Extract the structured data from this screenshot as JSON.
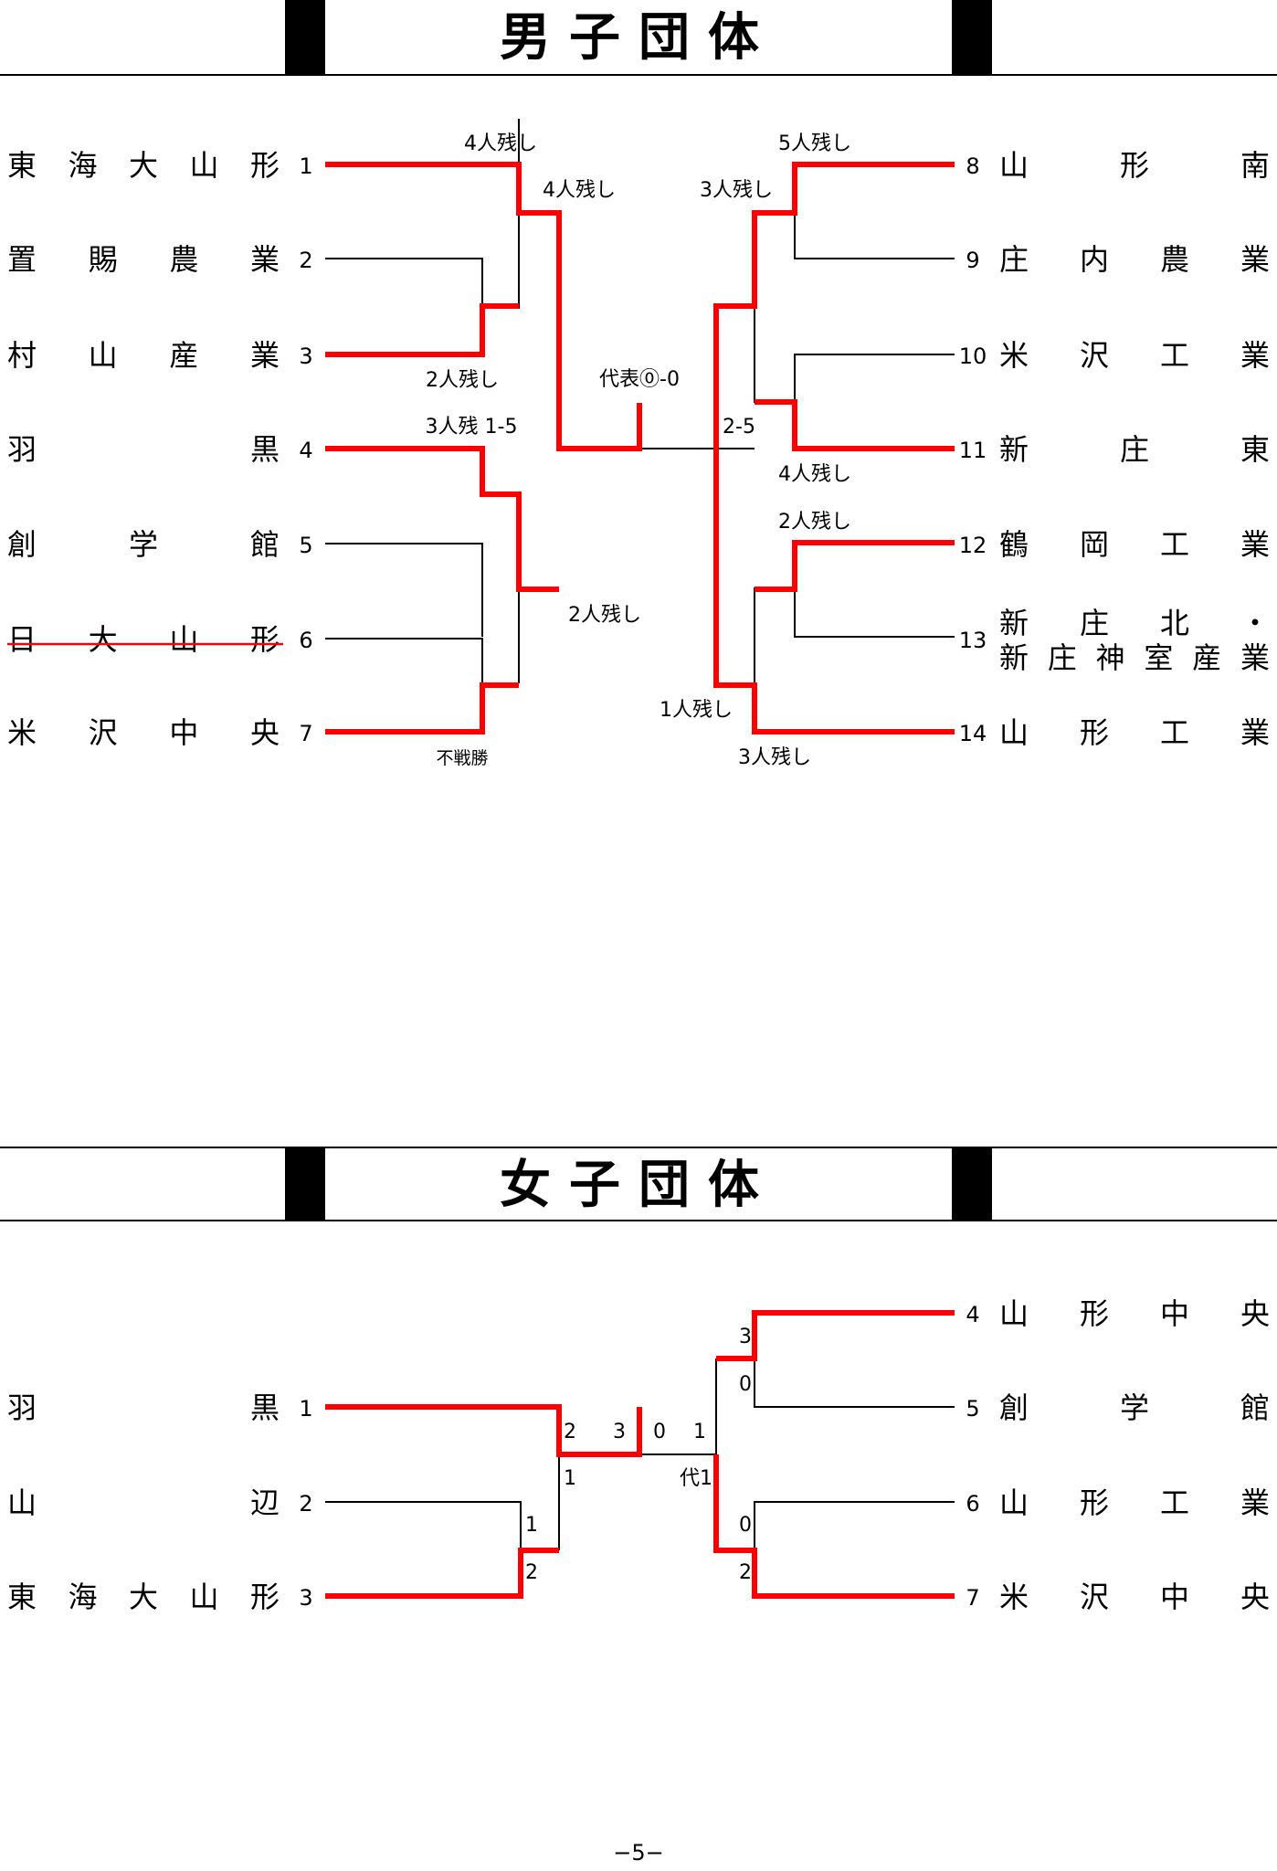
{
  "boys": {
    "title": "男子団体",
    "left_teams": [
      {
        "seed": "1",
        "name": "東海大山形",
        "status": "winner"
      },
      {
        "seed": "2",
        "name": "置賜農業",
        "status": ""
      },
      {
        "seed": "3",
        "name": "村山産業",
        "status": "winner"
      },
      {
        "seed": "4",
        "name": "羽黒",
        "status": "winner"
      },
      {
        "seed": "5",
        "name": "創学館",
        "status": ""
      },
      {
        "seed": "6",
        "name": "日大山形",
        "status": "withdrawn"
      },
      {
        "seed": "7",
        "name": "米沢中央",
        "status": "winner"
      }
    ],
    "right_teams": [
      {
        "seed": "8",
        "name": "山形南",
        "status": "winner"
      },
      {
        "seed": "9",
        "name": "庄内農業",
        "status": ""
      },
      {
        "seed": "10",
        "name": "米沢工業",
        "status": ""
      },
      {
        "seed": "11",
        "name": "新庄東",
        "status": "winner"
      },
      {
        "seed": "12",
        "name": "鶴岡工業",
        "status": "winner"
      },
      {
        "seed": "13",
        "name": "新庄北・",
        "name2": "新庄神室産業",
        "status": ""
      },
      {
        "seed": "14",
        "name": "山形工業",
        "status": "winner"
      }
    ],
    "scores": {
      "m1": "4人残し",
      "m23": "2人残し",
      "s_1_23": "4人残し",
      "m45": "3人残 1-5",
      "m67": "不戦勝",
      "s_45_67": "2人残し",
      "final": "代表⓪-0",
      "m89": "5人残し",
      "m1011": "4人残し",
      "s_89_1011": "3人残し",
      "m1213": "2人残し",
      "m14": "3人残し",
      "s_1213_14": "1人残し",
      "sf_right": "2-5"
    }
  },
  "girls": {
    "title": "女子団体",
    "left_teams": [
      {
        "seed": "1",
        "name": "羽黒",
        "status": "winner"
      },
      {
        "seed": "2",
        "name": "山辺",
        "status": ""
      },
      {
        "seed": "3",
        "name": "東海大山形",
        "status": "winner"
      }
    ],
    "right_teams": [
      {
        "seed": "4",
        "name": "山形中央",
        "status": "winner"
      },
      {
        "seed": "5",
        "name": "創学館",
        "status": ""
      },
      {
        "seed": "6",
        "name": "山形工業",
        "status": ""
      },
      {
        "seed": "7",
        "name": "米沢中央",
        "status": "winner"
      }
    ],
    "scores": {
      "g23_top": "1",
      "g23_bot": "2",
      "g_sf_left_top": "2",
      "g_sf_left_bot": "1",
      "g45_top": "3",
      "g45_bot": "0",
      "g67_top": "0",
      "g67_bot": "2",
      "g_sf_right_top": "1",
      "g_sf_right_bot": "代1",
      "g_final_left": "3",
      "g_final_right": "0"
    }
  },
  "page_number": "−5−",
  "colors": {
    "winner_line": "#ff0000",
    "line": "#000000"
  }
}
